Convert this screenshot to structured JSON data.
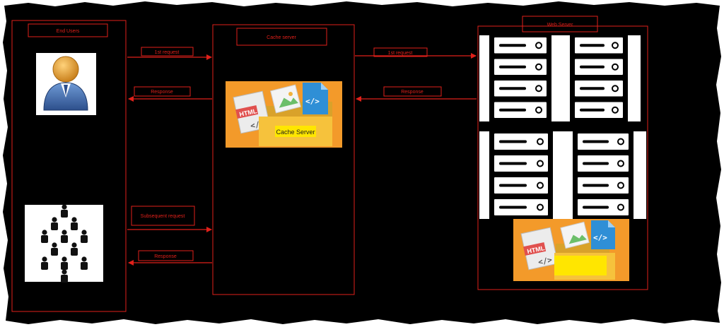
{
  "diagram": {
    "panels": {
      "end_users": "End Users",
      "cache_server": "Cache server",
      "web_server": "Web Server"
    },
    "arrows": {
      "first_request_left": "1st request",
      "response_left": "Response",
      "first_request_right": "1st request",
      "response_right": "Response",
      "subsequent_request": "Subsequent request",
      "response_bottom": "Response"
    },
    "cache_graphic": {
      "html_tag": "HTML",
      "code_glyph": "</>",
      "label": "Cache Server"
    },
    "web_graphic": {
      "html_tag": "HTML",
      "code_glyph": "</>"
    },
    "icons": {
      "single_user": "single-user-icon",
      "crowd": "crowd-icon",
      "server_rack": "server-rack-icon"
    },
    "colors": {
      "background": "#000000",
      "accent_red": "#e0201a",
      "graphic_orange": "#f39a2a",
      "folder_yellow": "#f6c23c",
      "label_yellow": "#ffe600",
      "user_blue": "#3d6bb0",
      "user_face": "#e8a23a"
    }
  }
}
